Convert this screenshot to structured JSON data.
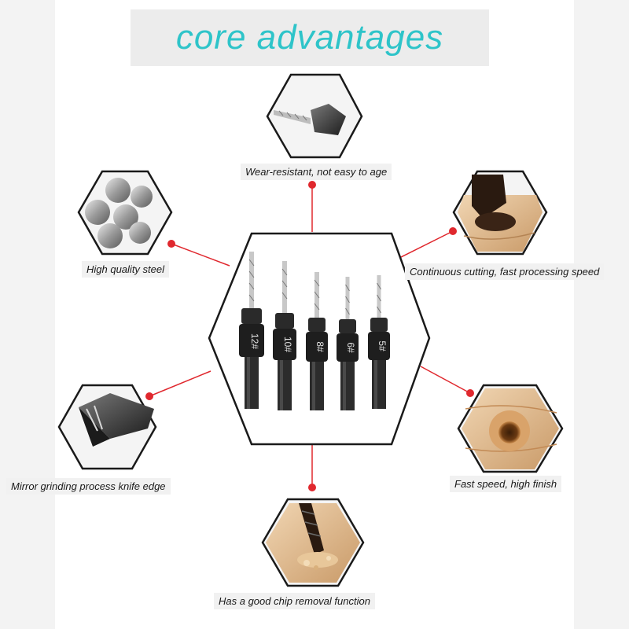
{
  "title": "core advantages",
  "colors": {
    "title": "#2ec4c9",
    "connector": "#e0282e",
    "hex_border": "#1a1a1a"
  },
  "features": [
    {
      "id": "wear",
      "caption": "Wear-resistant, not easy to age",
      "icon": "drill-bit-closeup-photo"
    },
    {
      "id": "cutting",
      "caption": "Continuous cutting, fast processing speed",
      "icon": "drilling-wood-photo"
    },
    {
      "id": "finish",
      "caption": "Fast speed, high finish",
      "icon": "countersunk-hole-photo"
    },
    {
      "id": "chip",
      "caption": "Has a good chip removal function",
      "icon": "wood-chips-photo"
    },
    {
      "id": "grinding",
      "caption": "Mirror grinding process knife edge",
      "icon": "cutter-edge-photo"
    },
    {
      "id": "steel",
      "caption": "High quality steel",
      "icon": "steel-rods-photo"
    }
  ],
  "center": {
    "icon": "countersink-drill-bit-set-photo",
    "sizes": [
      "12#",
      "10#",
      "8#",
      "6#",
      "5#"
    ]
  }
}
